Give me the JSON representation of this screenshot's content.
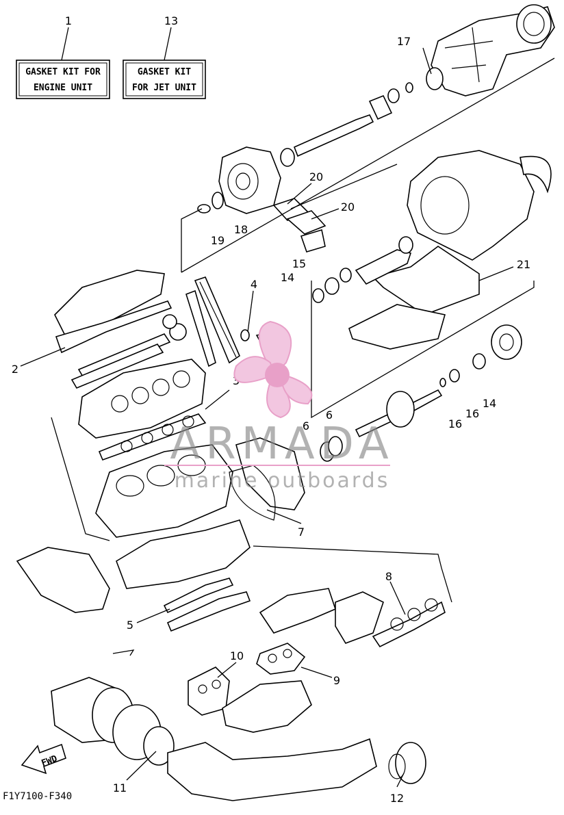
{
  "diagram_code": "F1Y7100-F340",
  "labels": {
    "box1": {
      "number": "1",
      "line1": "GASKET KIT FOR",
      "line2": "ENGINE UNIT"
    },
    "box13": {
      "number": "13",
      "line1": "GASKET KIT",
      "line2": "FOR JET UNIT"
    },
    "fwd": "FWD"
  },
  "callouts": [
    "2",
    "3",
    "4",
    "5",
    "6",
    "6",
    "7",
    "8",
    "9",
    "10",
    "11",
    "12",
    "14",
    "14",
    "15",
    "16",
    "16",
    "17",
    "18",
    "19",
    "20",
    "20",
    "21"
  ],
  "watermark": {
    "brand": "ARMADA",
    "tagline": "marine outboards",
    "brand_color": "#e8a0c8"
  }
}
